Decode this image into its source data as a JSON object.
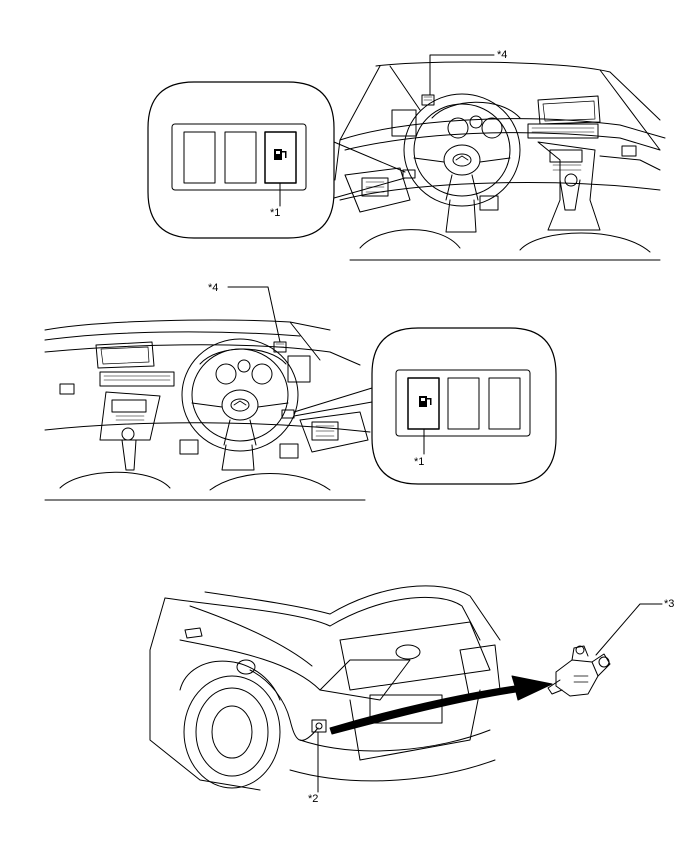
{
  "callouts": {
    "c1_top": "*1",
    "c4_top": "*4",
    "c4_mid": "*4",
    "c1_mid": "*1",
    "c3": "*3",
    "c2": "*2"
  },
  "icons": {
    "switch_symbol": "fuel-lid-opener-icon"
  },
  "colors": {
    "line": "#000000",
    "background": "#ffffff"
  }
}
